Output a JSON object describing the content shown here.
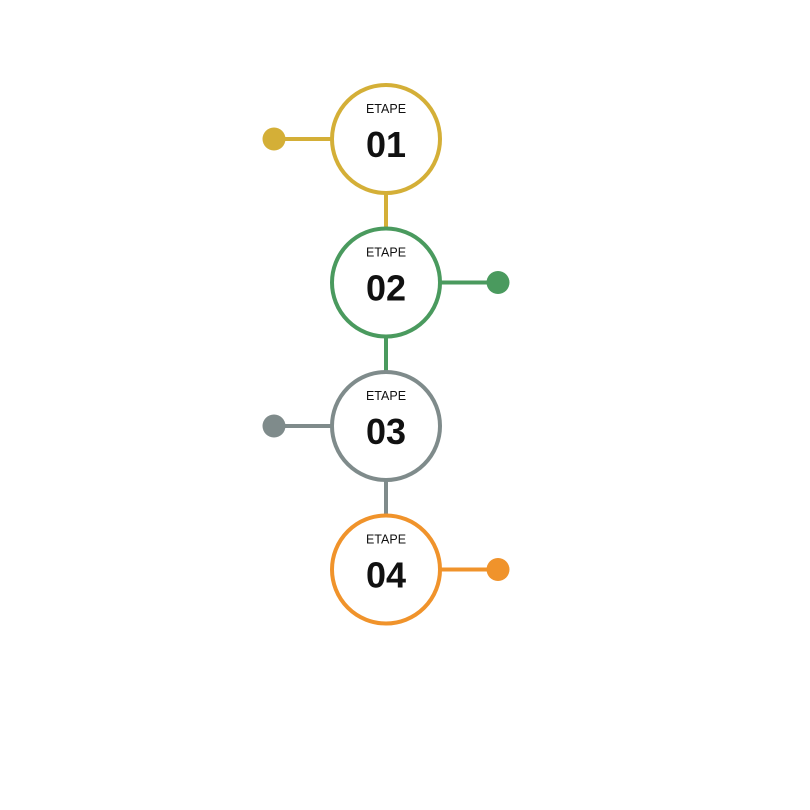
{
  "steps": [
    {
      "label": "ETAPE",
      "number": "01",
      "color": "#D4AF37",
      "side": "left"
    },
    {
      "label": "ETAPE",
      "number": "02",
      "color": "#4A9A5E",
      "side": "right"
    },
    {
      "label": "ETAPE",
      "number": "03",
      "color": "#7F8B8B",
      "side": "left"
    },
    {
      "label": "ETAPE",
      "number": "04",
      "color": "#F0932B",
      "side": "right"
    }
  ]
}
